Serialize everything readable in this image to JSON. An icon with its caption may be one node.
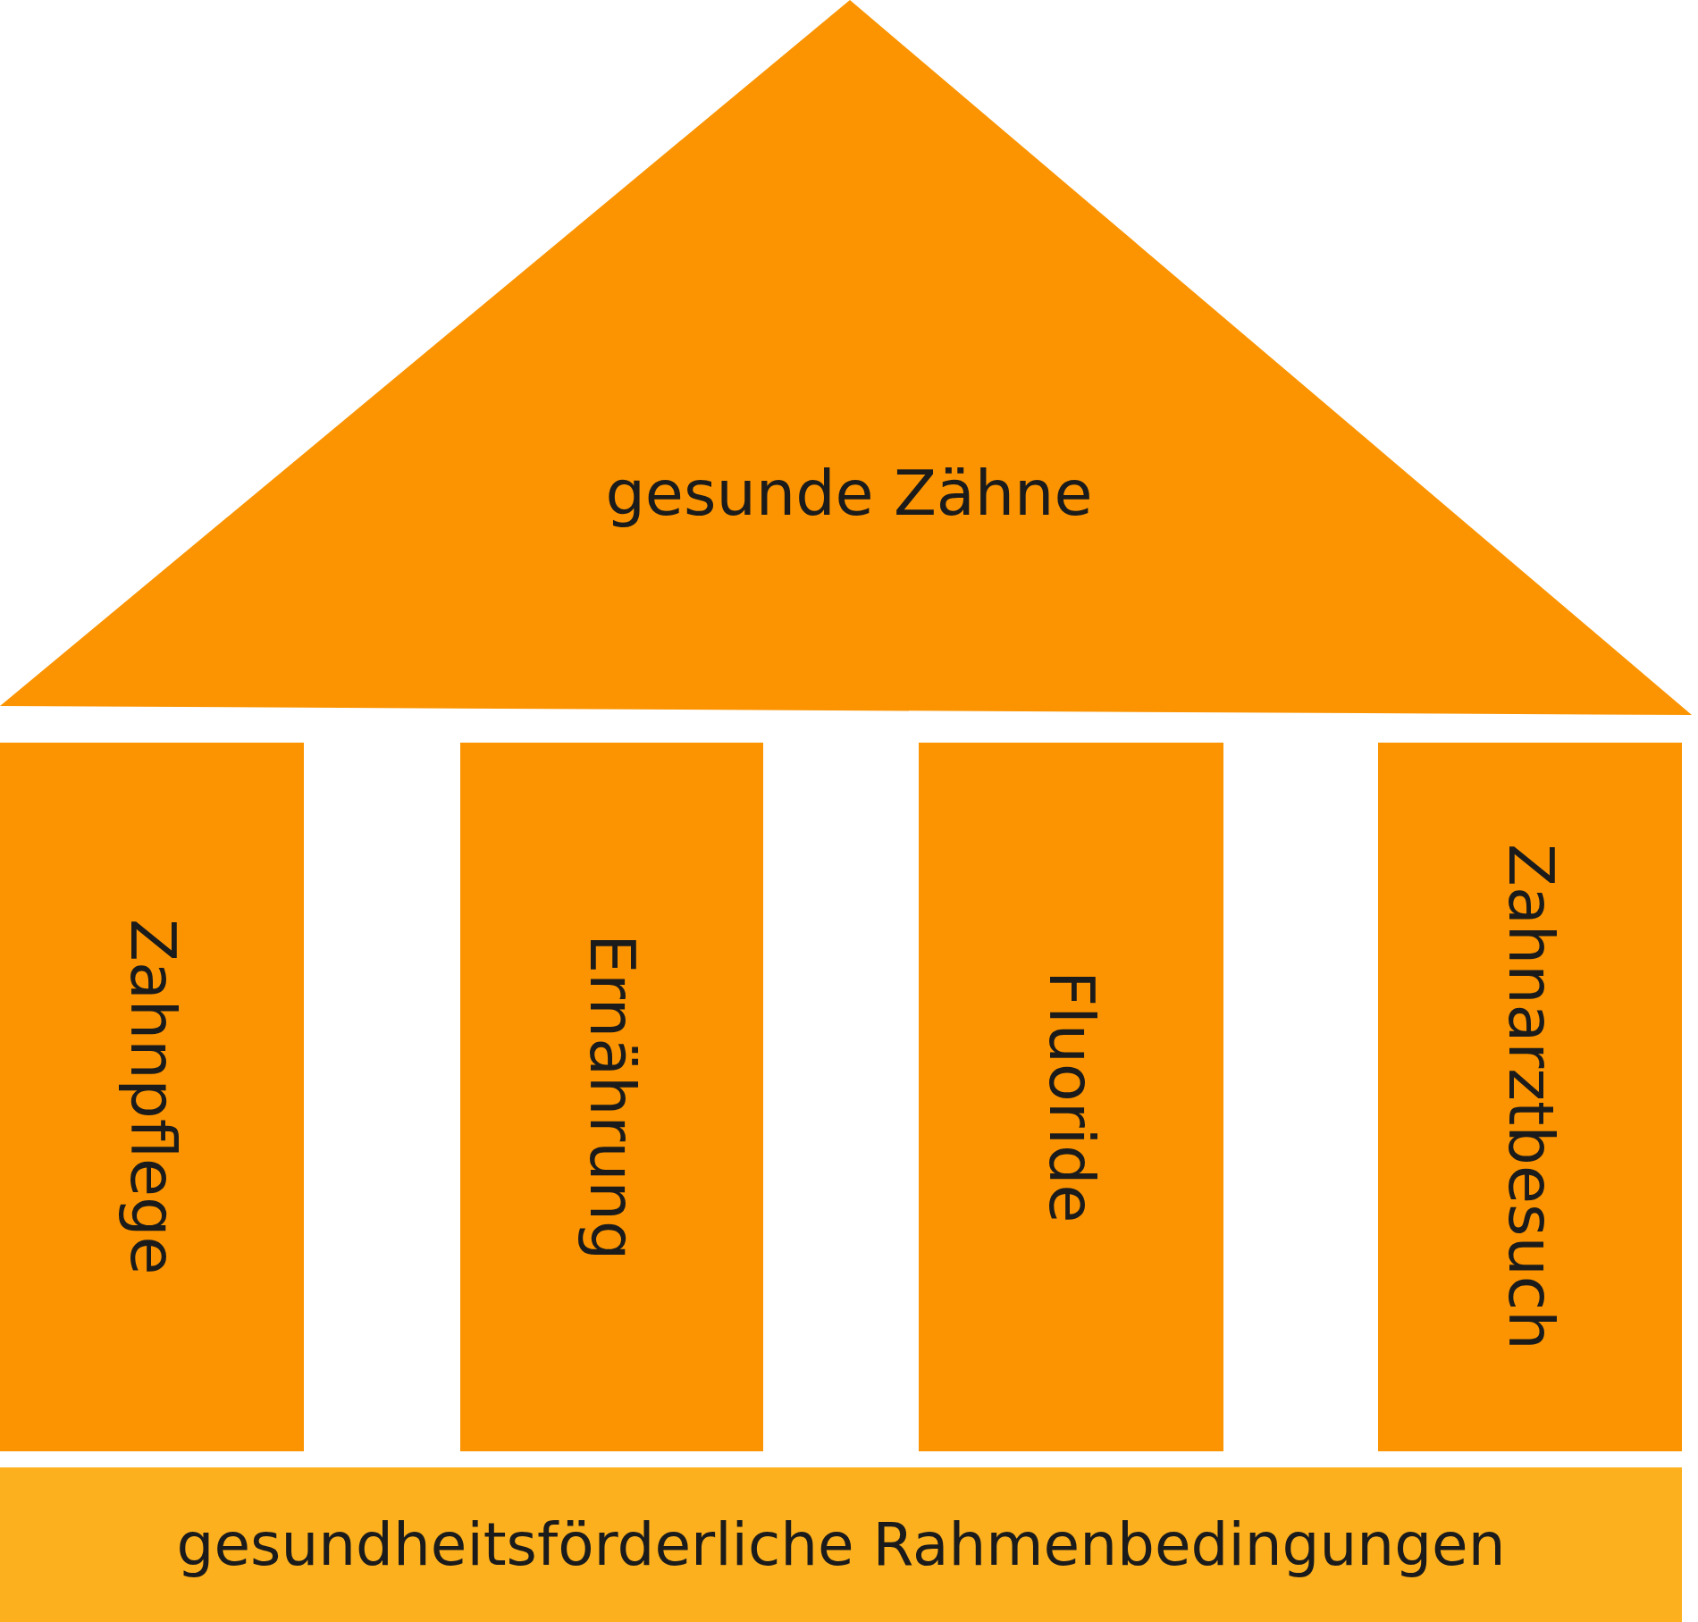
{
  "diagram": {
    "nodes": [
      {
        "text": [
          "gesunde Zähne"
        ]
      },
      {
        "text": [
          "Zahnpflege"
        ]
      },
      {
        "text": [
          "Ernährung"
        ]
      },
      {
        "text": [
          "Fluoride"
        ]
      },
      {
        "text": [
          "Zahnarztbesuch"
        ]
      },
      {
        "text": [
          "gesundheitsförderliche Rahmenbedingungen"
        ]
      }
    ]
  }
}
